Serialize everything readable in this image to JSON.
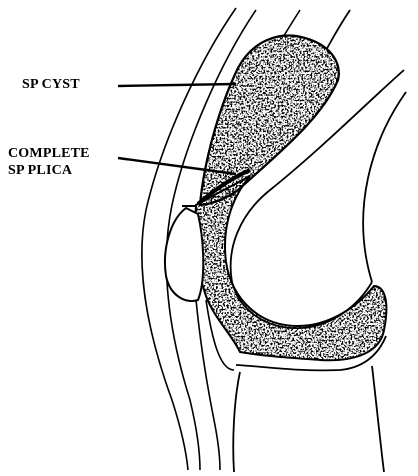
{
  "labels": {
    "cyst": "SP CYST",
    "plica_line1": "COMPLETE",
    "plica_line2": "SP PLICA"
  },
  "colors": {
    "ink": "#000000",
    "paper": "#ffffff"
  }
}
